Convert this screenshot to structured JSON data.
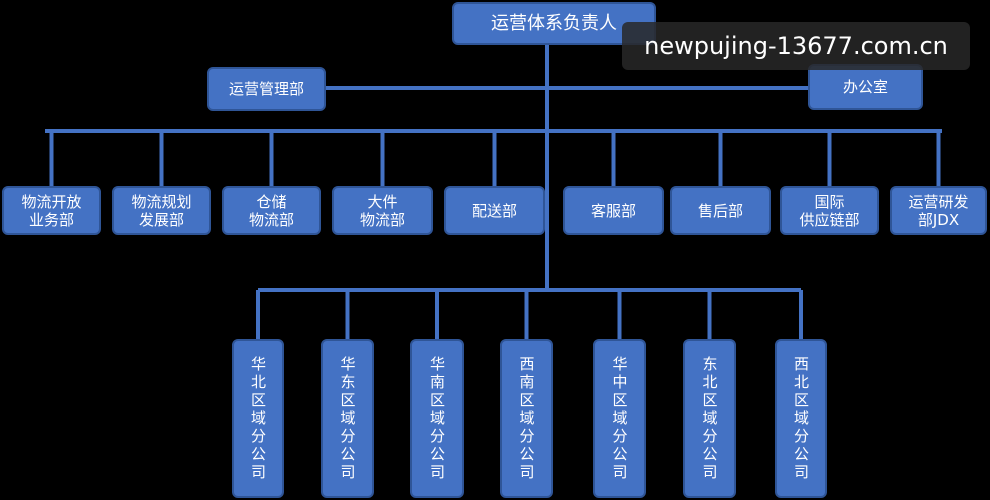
{
  "root": "运营体系负责人",
  "staff": [
    {
      "id": "ops-mgmt",
      "label": "运营管理部"
    },
    {
      "id": "office",
      "label": "办公室"
    }
  ],
  "departments": [
    {
      "id": "logistics-open",
      "label": "物流开放\n业务部"
    },
    {
      "id": "logistics-plan",
      "label": "物流规划\n发展部"
    },
    {
      "id": "warehouse-logistics",
      "label": "仓储\n物流部"
    },
    {
      "id": "large-item",
      "label": "大件\n物流部"
    },
    {
      "id": "delivery",
      "label": "配送部"
    },
    {
      "id": "customer-service",
      "label": "客服部"
    },
    {
      "id": "after-sales",
      "label": "售后部"
    },
    {
      "id": "intl-supply",
      "label": "国际\n供应链部"
    },
    {
      "id": "ops-rd",
      "label": "运营研发\n部JDX"
    }
  ],
  "regions": [
    {
      "id": "north-china",
      "label": "华北区域分公司"
    },
    {
      "id": "east-china",
      "label": "华东区域分公司"
    },
    {
      "id": "south-china",
      "label": "华南区域分公司"
    },
    {
      "id": "southwest",
      "label": "西南区域分公司"
    },
    {
      "id": "central-china",
      "label": "华中区域分公司"
    },
    {
      "id": "northeast",
      "label": "东北区域分公司"
    },
    {
      "id": "northwest",
      "label": "西北区域分公司"
    }
  ],
  "watermark": "newpujing-13677.com.cn",
  "colors": {
    "box_fill": "#4472C4",
    "box_border": "#2F5597",
    "line": "#4472C4",
    "background": "#000000"
  }
}
